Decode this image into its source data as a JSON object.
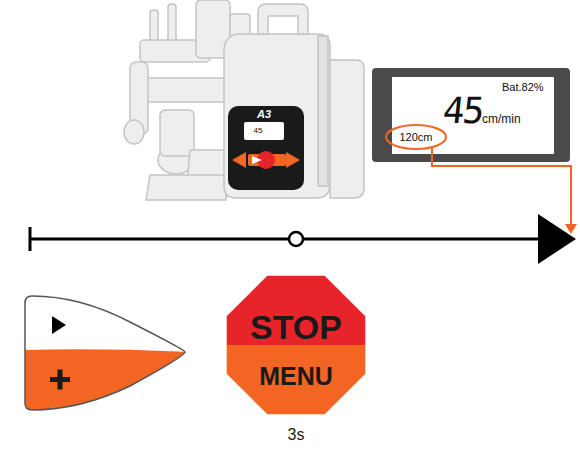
{
  "diagram": {
    "nodes": [
      {
        "text": [
          "Bat.82%",
          "45",
          "cm/min",
          "120cm"
        ]
      },
      {
        "text": [
          "STOP",
          "MENU"
        ]
      }
    ],
    "labels": [
      "A3",
      "45",
      "3s"
    ]
  }
}
